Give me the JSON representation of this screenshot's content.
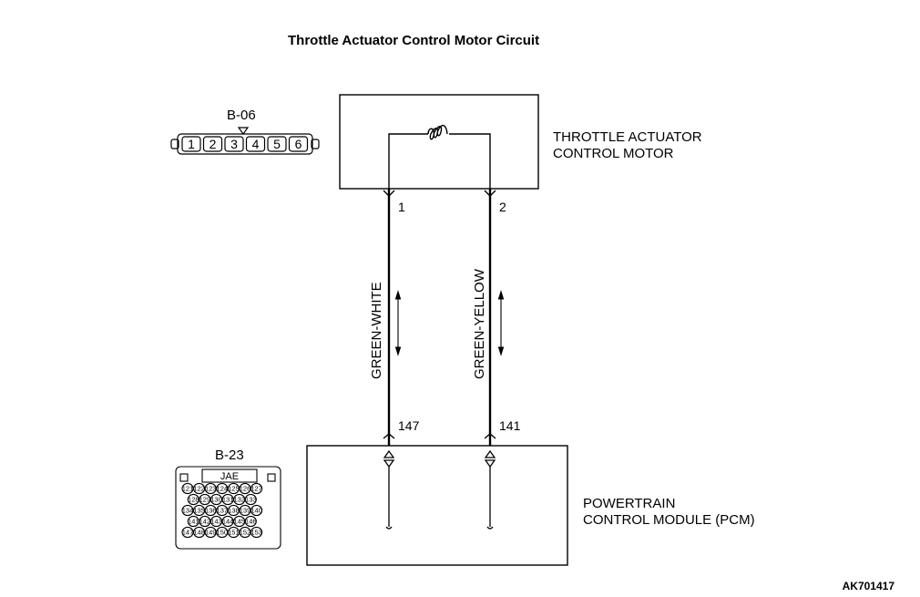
{
  "title": "Throttle Actuator Control Motor Circuit",
  "figure_code": "AK701417",
  "connectors": {
    "b06": {
      "label": "B-06",
      "pins": [
        "1",
        "2",
        "3",
        "4",
        "5",
        "6"
      ]
    },
    "b23": {
      "label": "B-23",
      "brand": "JAE",
      "rows": [
        [
          "121",
          "122",
          "123",
          "124",
          "125",
          "126",
          "127"
        ],
        [
          "128",
          "129",
          "130",
          "131",
          "132",
          "133"
        ],
        [
          "134",
          "135",
          "136",
          "137",
          "138",
          "139",
          "140"
        ],
        [
          "141",
          "142",
          "143",
          "144",
          "145",
          "146"
        ],
        [
          "147",
          "148",
          "149",
          "150",
          "151",
          "152",
          "153"
        ]
      ]
    }
  },
  "components": {
    "motor": {
      "line1": "THROTTLE ACTUATOR",
      "line2": "CONTROL MOTOR"
    },
    "pcm": {
      "line1": "POWERTRAIN",
      "line2": "CONTROL MODULE (PCM)"
    }
  },
  "wires": [
    {
      "top_pin": "1",
      "bottom_pin": "147",
      "color": "GREEN-WHITE"
    },
    {
      "top_pin": "2",
      "bottom_pin": "141",
      "color": "GREEN-YELLOW"
    }
  ]
}
